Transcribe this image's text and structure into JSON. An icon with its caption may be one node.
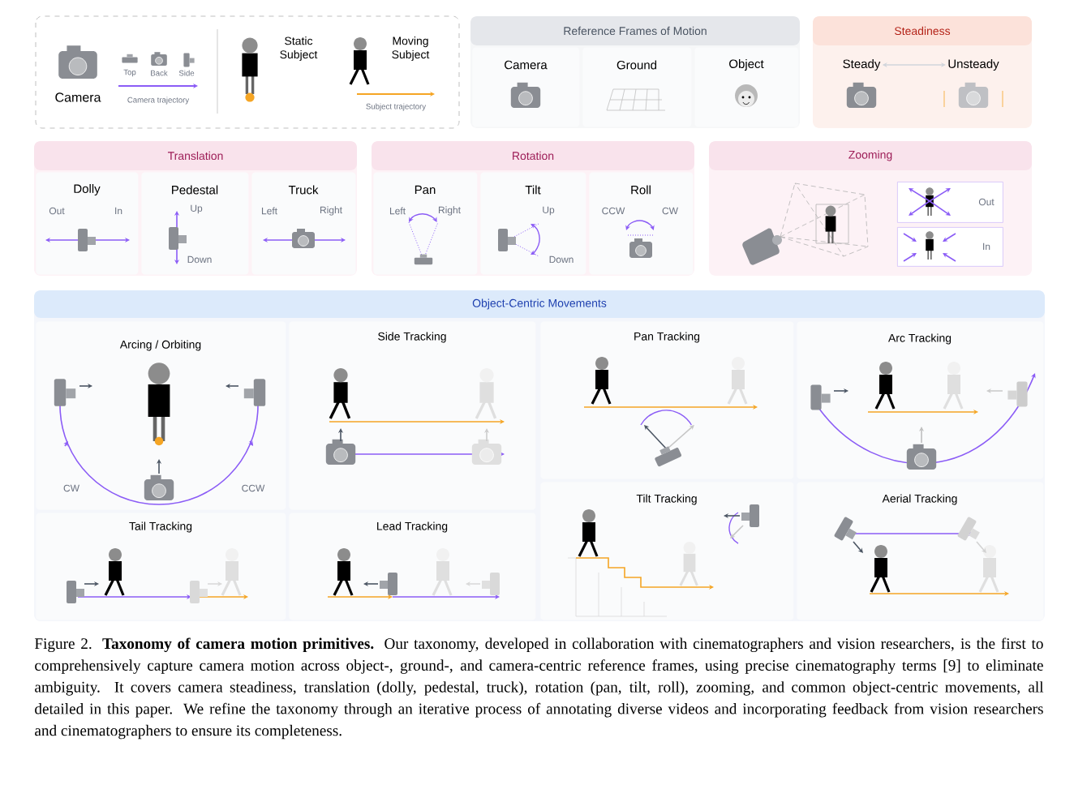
{
  "diagram": {
    "nodes": [
      {
        "text": [
          "Reference Frames of Motion"
        ]
      },
      {
        "text": [
          "Camera"
        ],
        "in": 0
      },
      {
        "text": [
          "Ground"
        ],
        "in": 0
      },
      {
        "text": [
          "Object"
        ],
        "in": 0
      },
      {
        "text": [
          "Steadiness"
        ]
      },
      {
        "text": [
          "Steady"
        ],
        "in": 4
      },
      {
        "text": [
          "Unsteady"
        ],
        "in": 4
      },
      {
        "text": [
          "Translation"
        ]
      },
      {
        "text": [
          "Dolly",
          "Out",
          "In"
        ],
        "in": 7
      },
      {
        "text": [
          "Pedestal",
          "Up",
          "Down"
        ],
        "in": 7
      },
      {
        "text": [
          "Truck",
          "Left",
          "Right"
        ],
        "in": 7
      },
      {
        "text": [
          "Rotation"
        ]
      },
      {
        "text": [
          "Pan",
          "Left",
          "Right"
        ],
        "in": 11
      },
      {
        "text": [
          "Tilt",
          "Up",
          "Down"
        ],
        "in": 11
      },
      {
        "text": [
          "Roll",
          "CCW",
          "CW"
        ],
        "in": 11
      },
      {
        "text": [
          "Zooming"
        ]
      },
      {
        "text": [
          "Out"
        ],
        "in": 15
      },
      {
        "text": [
          "In"
        ],
        "in": 15
      },
      {
        "text": [
          "Object-Centric Movements"
        ]
      },
      {
        "text": [
          "Arcing / Orbiting",
          "CW",
          "CCW"
        ],
        "in": 18
      },
      {
        "text": [
          "Side Tracking"
        ],
        "in": 18
      },
      {
        "text": [
          "Pan Tracking"
        ],
        "in": 18
      },
      {
        "text": [
          "Arc Tracking"
        ],
        "in": 18
      },
      {
        "text": [
          "Tail Tracking"
        ],
        "in": 18
      },
      {
        "text": [
          "Lead Tracking"
        ],
        "in": 18
      },
      {
        "text": [
          "Tilt Tracking"
        ],
        "in": 18
      },
      {
        "text": [
          "Aerial Tracking"
        ],
        "in": 18
      }
    ],
    "edges": [
      {
        "from": 5,
        "to": 6,
        "arrow": "both",
        "color": "#d1d5db"
      }
    ],
    "labels": [
      "Camera",
      "Top",
      "Back",
      "Side",
      "Static Subject",
      "Moving Subject"
    ],
    "legend": [
      {
        "text": "Camera trajectory"
      },
      {
        "text": "Subject trajectory"
      }
    ],
    "caption": "Figure 2. **Taxonomy of camera motion primitives.** Our taxonomy, developed in collaboration with cinematographers and vision researchers, is the first to comprehensively capture camera motion across object-, ground-, and camera-centric reference frames, using precise cinematography terms [9] to eliminate ambiguity. It covers camera steadiness, translation (dolly, pedestal, truck), rotation (pan, tilt, roll), zooming, and common object-centric movements, all detailed in this paper. We refine the taxonomy through an iterative process of annotating diverse videos and incorporating feedback from vision researchers and cinematographers to ensure its completeness."
  }
}
